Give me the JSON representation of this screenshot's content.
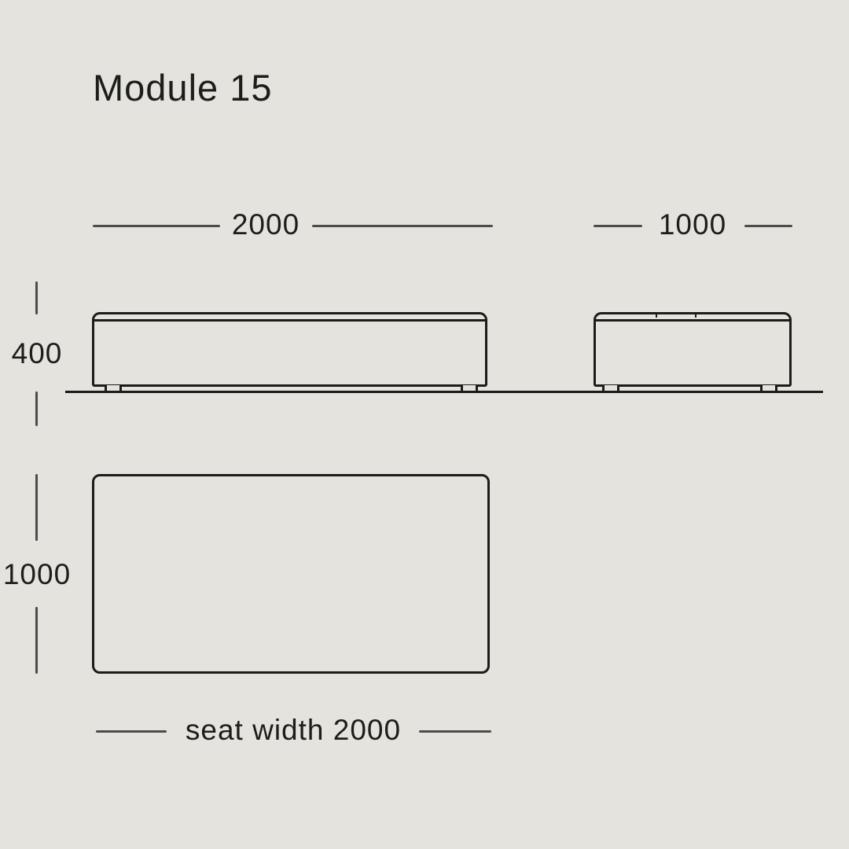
{
  "title": "Module 15",
  "colors": {
    "background": "#e4e3de",
    "outline": "#1c1c1a",
    "dimension_line": "#4c4c4a",
    "text": "#1d1d1b"
  },
  "elevation": {
    "front_width_label": "2000",
    "side_width_label": "1000",
    "height_label": "400"
  },
  "plan": {
    "depth_label": "1000",
    "seat_width_label": "seat width 2000"
  }
}
